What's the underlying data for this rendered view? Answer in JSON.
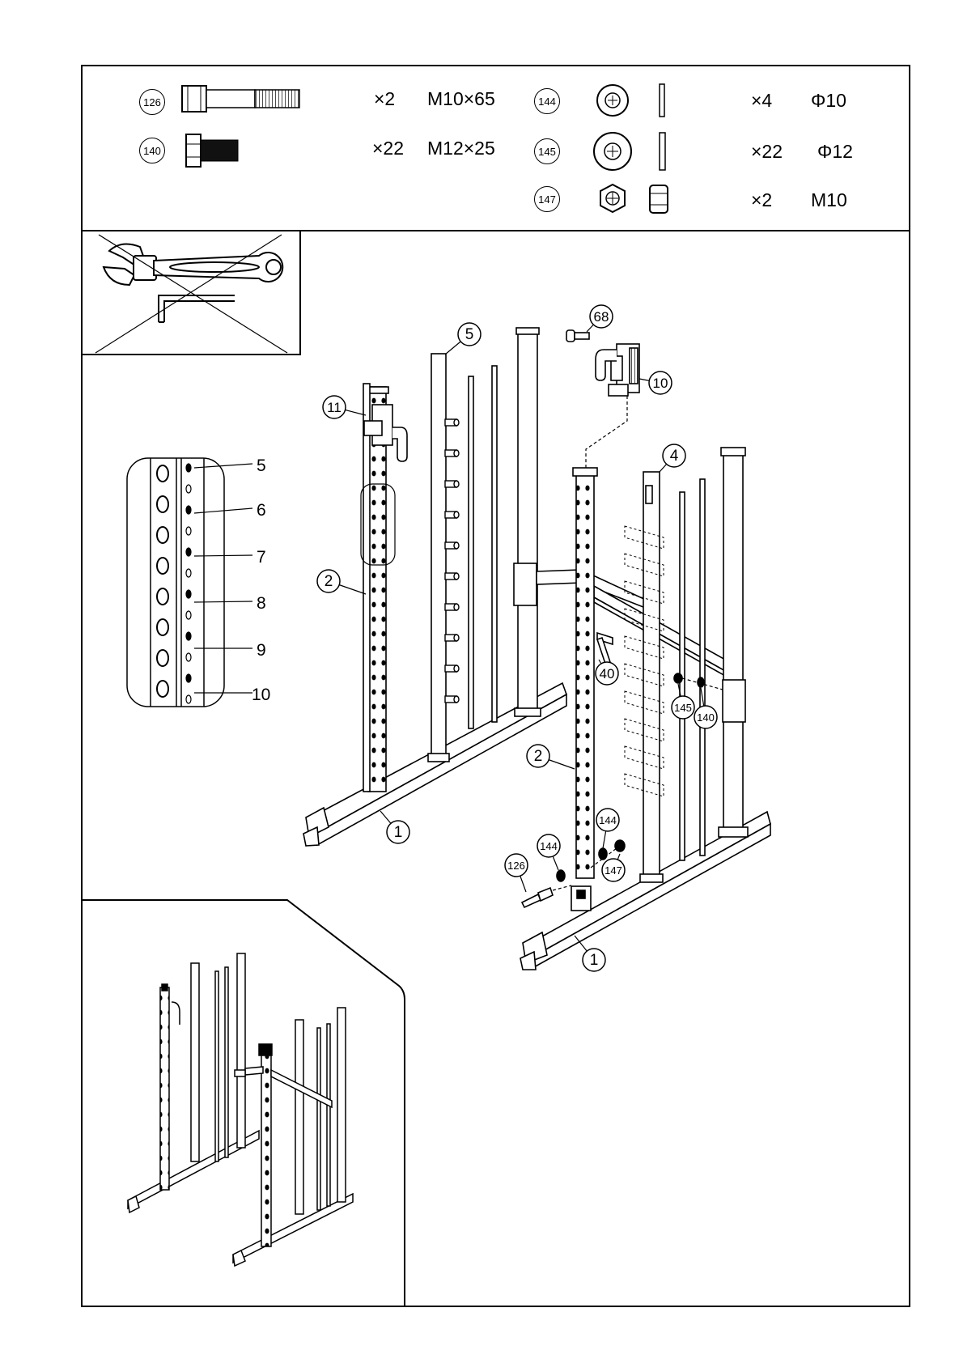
{
  "hardware": [
    {
      "part": "126",
      "qty": "×2",
      "size": "M10×65"
    },
    {
      "part": "140",
      "qty": "×22",
      "size": "M12×25"
    },
    {
      "part": "144",
      "qty": "×4",
      "size": "Φ10"
    },
    {
      "part": "145",
      "qty": "×22",
      "size": "Φ12"
    },
    {
      "part": "147",
      "qty": "×2",
      "size": "M10"
    }
  ],
  "tools": {
    "icons": [
      "adjustable-wrench-icon",
      "allen-key-icon"
    ],
    "crossed_out": true
  },
  "detail_levels": [
    "5",
    "6",
    "7",
    "8",
    "9",
    "10"
  ],
  "callouts": {
    "c1a": "1",
    "c1b": "1",
    "c2a": "2",
    "c2b": "2",
    "c4": "4",
    "c5": "5",
    "c10": "10",
    "c11": "11",
    "c40": "40",
    "c68": "68",
    "c126": "126",
    "c140": "140",
    "c144a": "144",
    "c144b": "144",
    "c145": "145",
    "c147": "147"
  },
  "colors": {
    "line": "#000000",
    "background": "#ffffff"
  }
}
